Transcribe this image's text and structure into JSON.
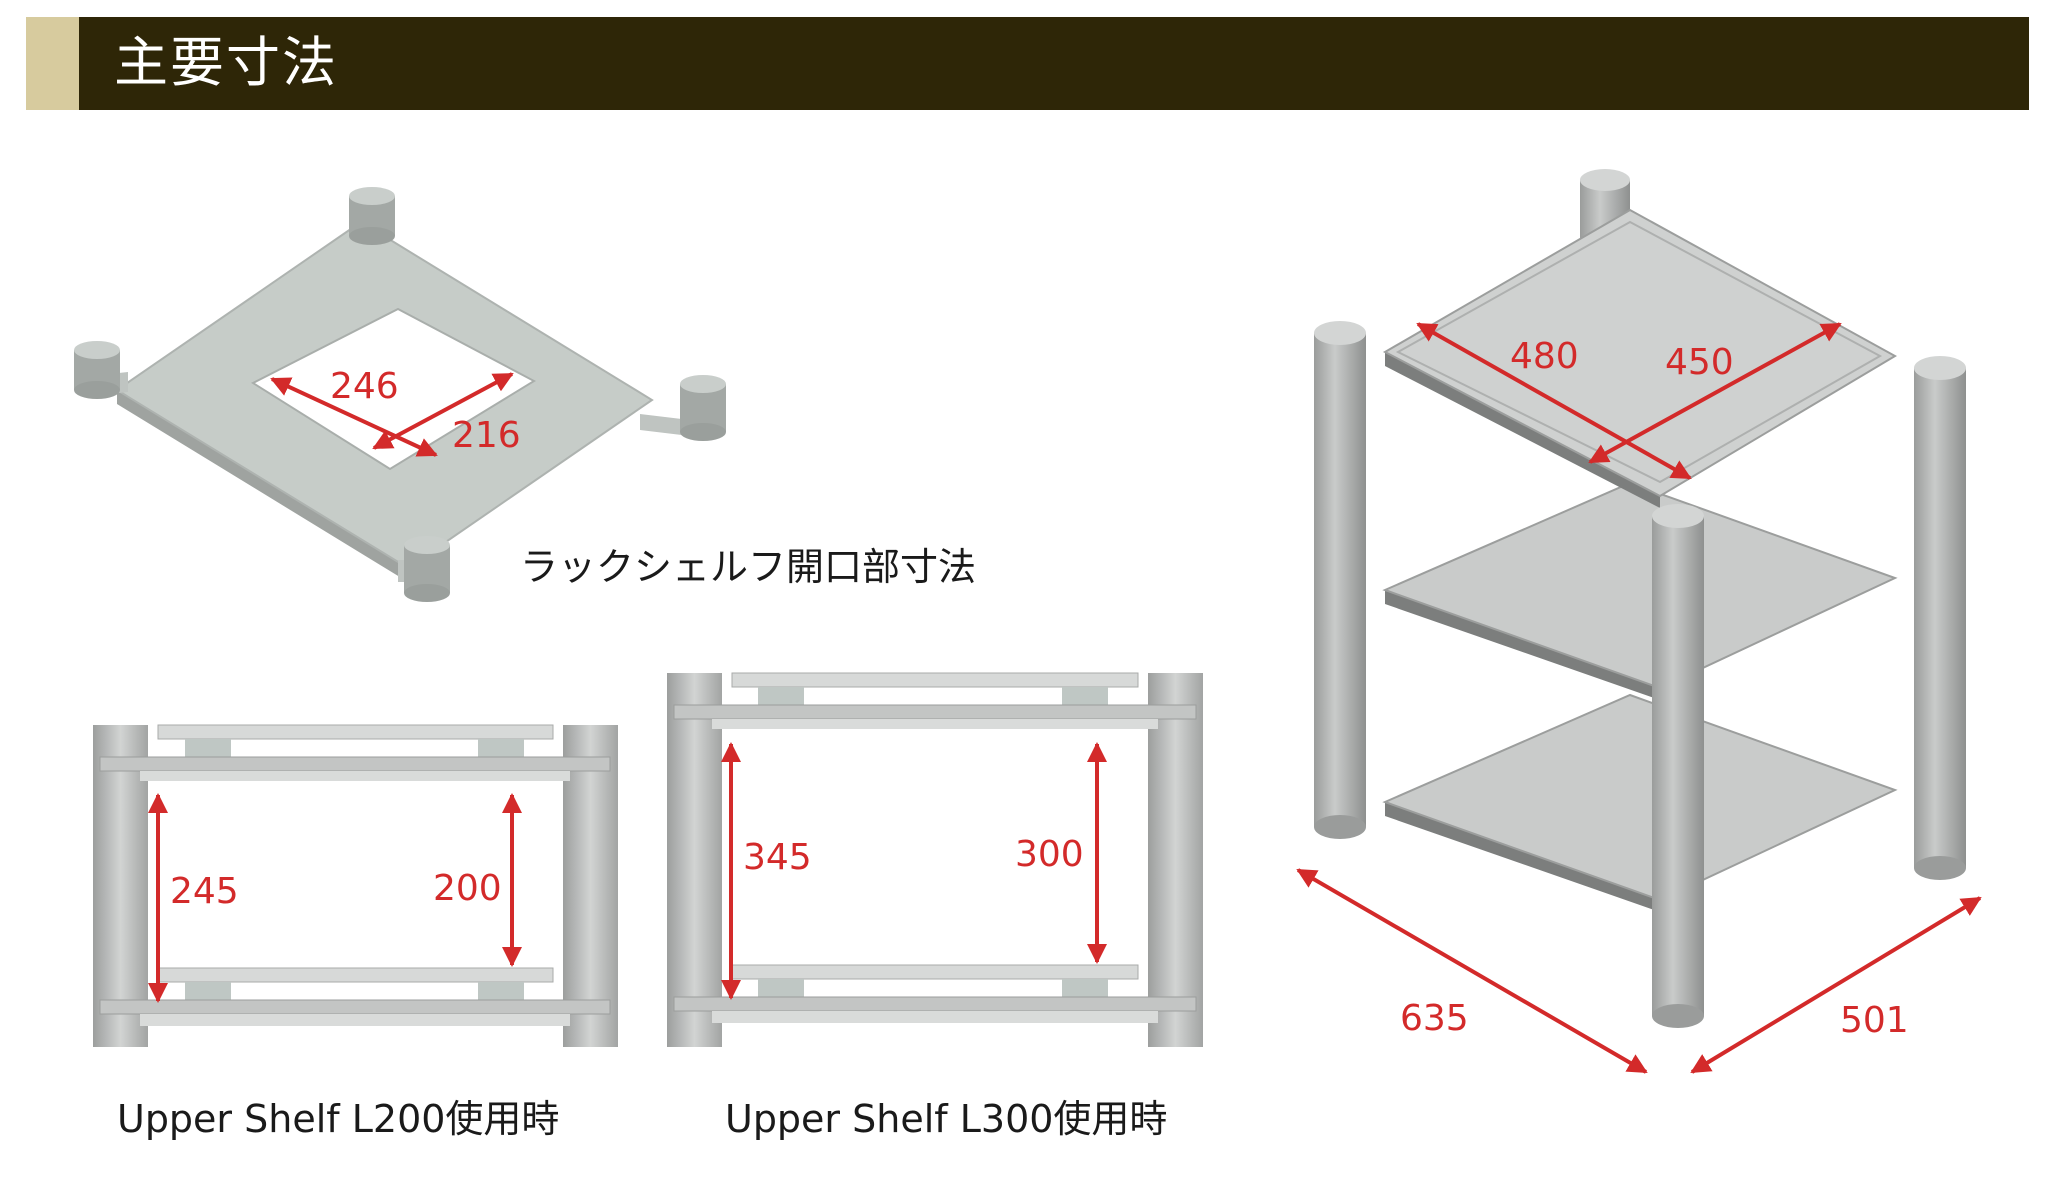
{
  "header": {
    "title": "主要寸法",
    "bar_color": "#2e2607",
    "accent_color": "#d7cb9e"
  },
  "dimension_color": "#d32a2a",
  "shelf_opening": {
    "caption": "ラックシェルフ開口部寸法",
    "width_label": "246",
    "depth_label": "216"
  },
  "upper_shelf_l200": {
    "caption": "Upper Shelf L200使用時",
    "outer_height_label": "245",
    "inner_height_label": "200"
  },
  "upper_shelf_l300": {
    "caption": "Upper Shelf L300使用時",
    "outer_height_label": "345",
    "inner_height_label": "300"
  },
  "rack_iso": {
    "shelf_width_label": "480",
    "shelf_depth_label": "450",
    "overall_width_label": "635",
    "overall_depth_label": "501"
  }
}
